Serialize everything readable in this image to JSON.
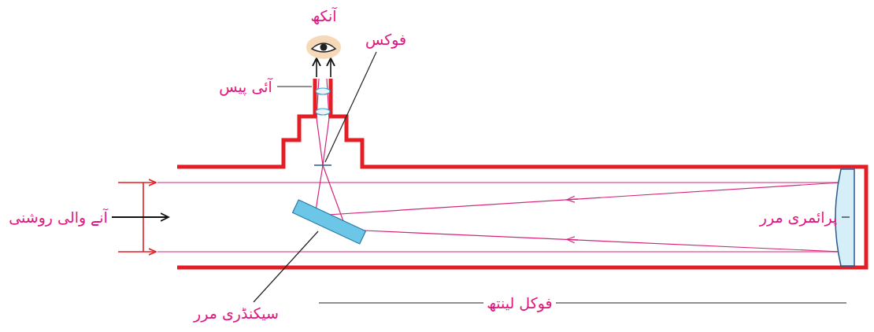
{
  "diagram": {
    "labels": [
      "آنکھ",
      "آئی پیس",
      "فوکس",
      "آنے والی روشنی",
      "پرائمری مرر",
      "سیکنڈری مرر",
      "فوکل لینتھ"
    ]
  }
}
